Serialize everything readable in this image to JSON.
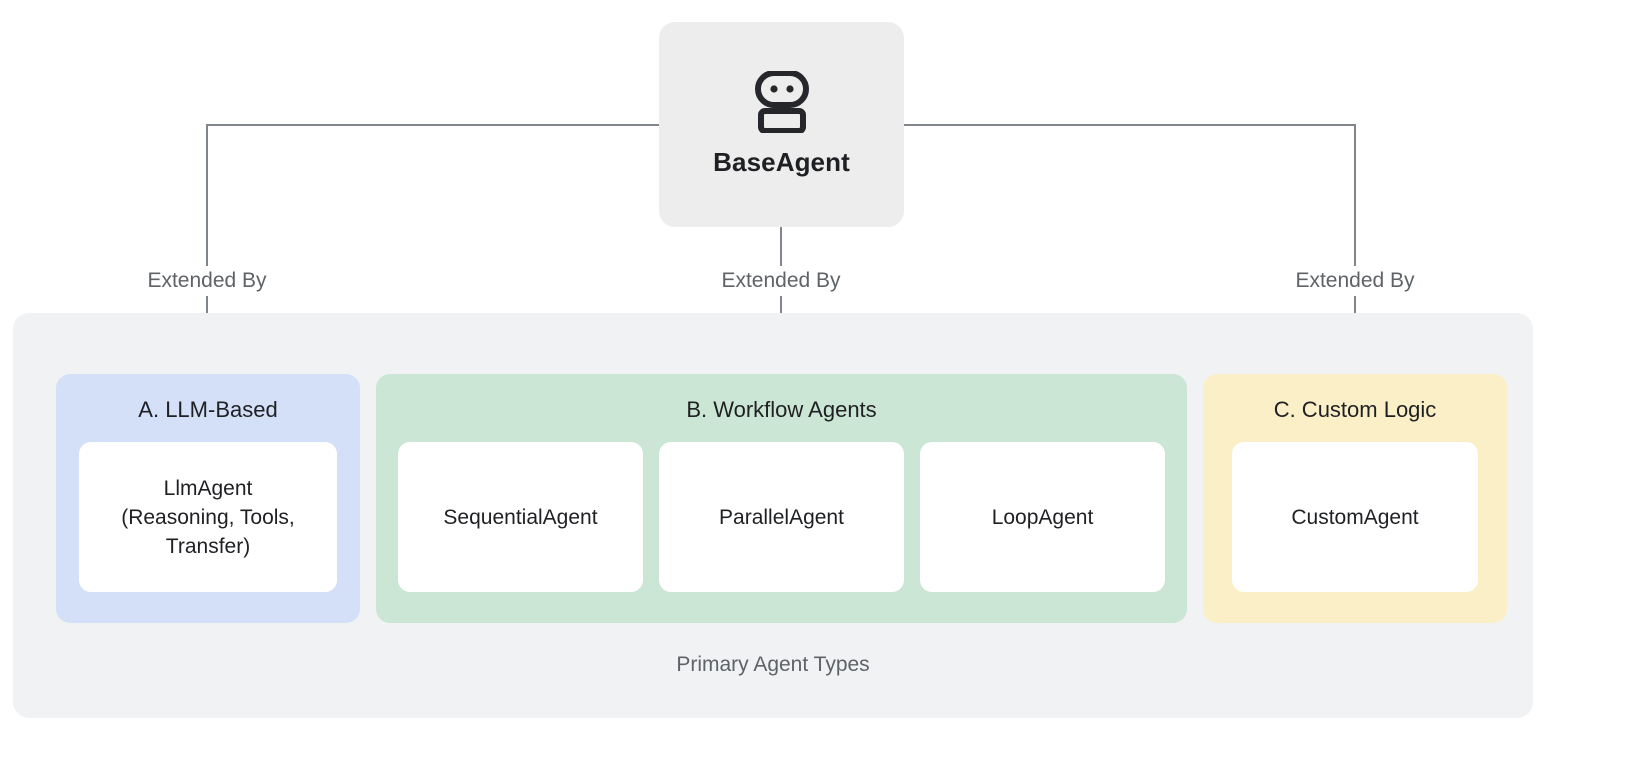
{
  "diagram": {
    "root": {
      "label": "BaseAgent",
      "icon": "robot-icon",
      "fill": "#ededed"
    },
    "edges": [
      {
        "label": "Extended By",
        "to": "A. LLM-Based"
      },
      {
        "label": "Extended By",
        "to": "B. Workflow Agents"
      },
      {
        "label": "Extended By",
        "to": "C. Custom Logic"
      }
    ],
    "container": {
      "caption": "Primary Agent Types",
      "fill": "#f1f2f4"
    },
    "groups": [
      {
        "title": "A. LLM-Based",
        "fill": "#d3e0f8",
        "cards": [
          {
            "label": "LlmAgent\n(Reasoning, Tools,\nTransfer)"
          }
        ]
      },
      {
        "title": "B. Workflow Agents",
        "fill": "#cbe6d4",
        "cards": [
          {
            "label": "SequentialAgent"
          },
          {
            "label": "ParallelAgent"
          },
          {
            "label": "LoopAgent"
          }
        ]
      },
      {
        "title": "C. Custom Logic",
        "fill": "#fbefc7",
        "cards": [
          {
            "label": "CustomAgent"
          }
        ]
      }
    ],
    "colors": {
      "line": "#80868b",
      "text_primary": "#1f2023",
      "text_muted": "#5f6368",
      "card": "#ffffff"
    }
  }
}
